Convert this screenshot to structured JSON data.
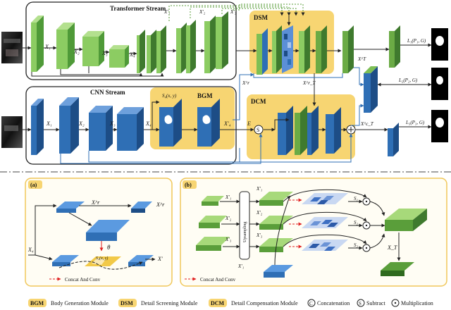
{
  "streams": {
    "transformer": "Transformer Stream",
    "cnn": "CNN Stream"
  },
  "modules": {
    "bgm": "BGM",
    "dsm": "DSM",
    "dcm": "DCM"
  },
  "features": {
    "x1": "X₁",
    "x2": "X₂",
    "x3": "X₃",
    "x4": "X₄",
    "x1t": "X'₁",
    "x2t": "X'₂",
    "x3t": "X'₃",
    "x4t": "X'₄",
    "x4c": "X'₄",
    "xr": "X^r",
    "xr2": "X^r_T",
    "xc": "X^c_T",
    "xt": "X^T",
    "s4": "S₄(x, y)",
    "e": "E",
    "s": "S"
  },
  "losses": {
    "l1": "L₁(P₁, G)",
    "l2": "L₂(P₂, G)",
    "l3": "L₃(P₃, G)"
  },
  "panel_a": {
    "label": "(a)",
    "x_in": "X₄",
    "xr": "X^r",
    "xr2": "X^r",
    "theta": "θ",
    "s4": "S₄(x, y)",
    "x_out": "X'",
    "legend": "Concat And Conv"
  },
  "panel_b": {
    "label": "(b)",
    "upsampling": "Upsampling",
    "x1": "X'₁",
    "x2": "X'₂",
    "x3": "X'₃",
    "x1u": "X'₁",
    "x2u": "X'₂",
    "x3u": "X'₃",
    "s1": "S₁",
    "s2": "S₂",
    "s3": "S₃",
    "xc": "X'₁",
    "xt": "X_T",
    "legend": "Concat And Conv"
  },
  "legend": {
    "bgm_tag": "BGM",
    "bgm_text": "Body Generation Module",
    "dsm_tag": "DSM",
    "dsm_text": "Detail Screening Module",
    "dcm_tag": "DCM",
    "dcm_text": "Detail Compensation Module",
    "concat_sym": "C",
    "concat_text": "Concatenation",
    "subtract_sym": "S",
    "subtract_text": "Subtract",
    "mult_sym": "·",
    "mult_text": "Multiplication"
  },
  "colors": {
    "green": "#7dbf55",
    "dark_green": "#3f7a2e",
    "blue": "#2f6fb5",
    "dark_blue": "#1d4d86",
    "yellow": "#f7d572"
  }
}
